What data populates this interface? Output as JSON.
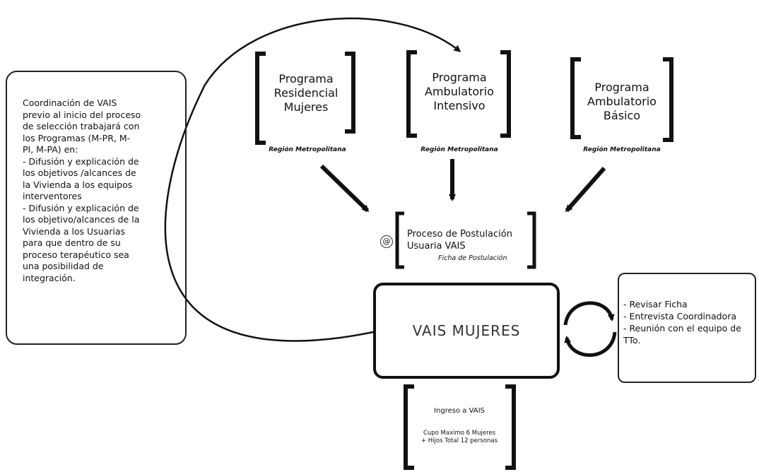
{
  "coordination_note": {
    "lines": [
      "Coordinación de VAIS",
      "previo al inicio del proceso",
      "de selección trabajará con",
      "los Programas (M-PR, M-",
      "PI, M-PA) en:",
      "- Difusión y explicación de",
      "los objetivos /alcances de",
      "la Vivienda a los equipos",
      "interventores",
      "- Difusión y explicación de",
      "los objetivo/alcances de la",
      "Vivienda a los Usuarias",
      "para que dentro de su",
      "proceso terapéutico sea",
      "una posibilidad de",
      "integración."
    ]
  },
  "programs": [
    {
      "lines": [
        "Programa",
        "Residencial",
        "Mujeres"
      ],
      "region": "Región Metropolitana"
    },
    {
      "lines": [
        "Programa",
        "Ambulatorio",
        "Intensivo"
      ],
      "region": "Región Metropolitana"
    },
    {
      "lines": [
        "Programa",
        "Ambulatorio",
        "Básico"
      ],
      "region": "Región Metropolitana"
    }
  ],
  "postulation": {
    "lines": [
      "Proceso de Postulación",
      "Usuaria VAIS"
    ],
    "subtitle": "Ficha de Postulación",
    "icon": "at-sign-icon"
  },
  "center": {
    "label": "VAIS MUJERES"
  },
  "review": {
    "lines": [
      "- Revisar Ficha",
      "- Entrevista Coordinadora",
      "- Reunión con el equipo de",
      "TTo."
    ]
  },
  "ingreso": {
    "title": "Ingreso a VAIS",
    "lines": [
      "Cupo Maximo 6 Mujeres",
      "+ Hijos Total 12 personas"
    ]
  }
}
